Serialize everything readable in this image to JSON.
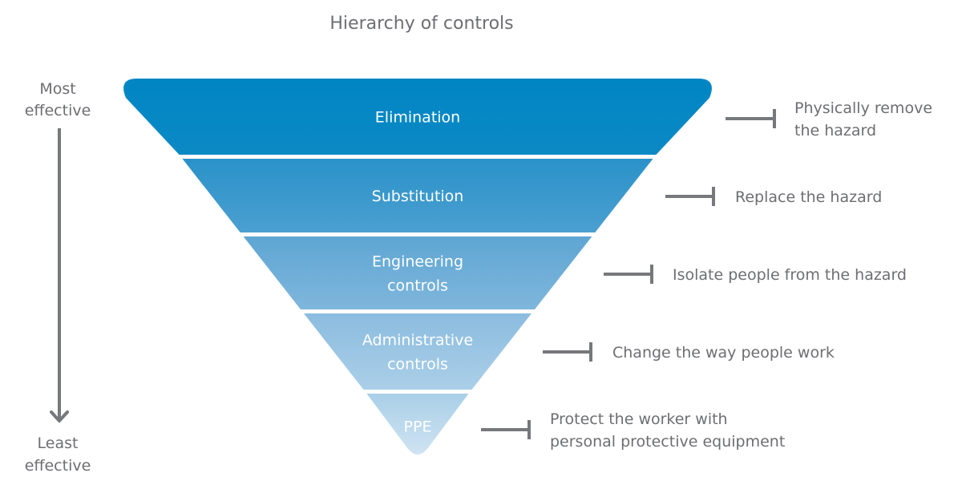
{
  "title": "Hierarchy of controls",
  "scale": {
    "top": [
      "Most",
      "effective"
    ],
    "bottom": [
      "Least",
      "effective"
    ]
  },
  "colors": {
    "text_gray": "#6d6e71",
    "connector_gray": "#77787b",
    "level_fills": [
      [
        "#0086c3",
        "#0b89c5"
      ],
      [
        "#2a92c9",
        "#4b9fd0"
      ],
      [
        "#5ea6d3",
        "#7fb6dc"
      ],
      [
        "#8bbcdf",
        "#abcfe8"
      ],
      [
        "#a9cfe8",
        "#cfe3f2"
      ]
    ]
  },
  "levels": [
    {
      "label": [
        "Elimination"
      ],
      "description": [
        "Physically remove",
        "the hazard"
      ]
    },
    {
      "label": [
        "Substitution"
      ],
      "description": [
        "Replace the hazard"
      ]
    },
    {
      "label": [
        "Engineering",
        "controls"
      ],
      "description": [
        "Isolate people from the hazard"
      ]
    },
    {
      "label": [
        "Administrative",
        "controls"
      ],
      "description": [
        "Change the way people work"
      ]
    },
    {
      "label": [
        "PPE"
      ],
      "description": [
        "Protect the worker with",
        "personal protective equipment"
      ]
    }
  ]
}
